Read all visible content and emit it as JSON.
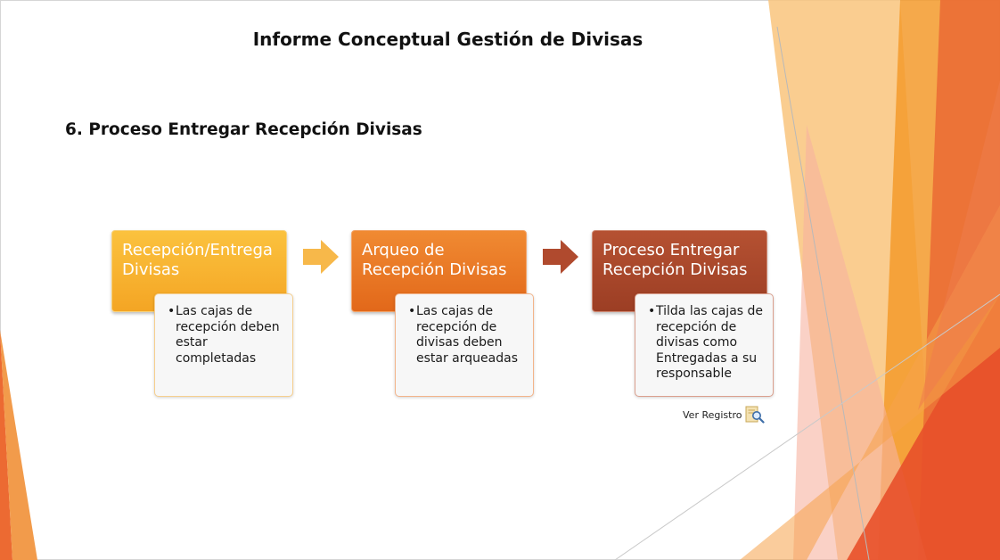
{
  "slide": {
    "title": "Informe Conceptual Gestión de Divisas",
    "section_heading": "6. Proceso Entregar Recepción Divisas"
  },
  "process": {
    "steps": [
      {
        "title": "Recepción/Entrega Divisas",
        "detail": "Las cajas de recepción deben estar completadas"
      },
      {
        "title": "Arqueo de Recepción Divisas",
        "detail": "Las cajas de recepción de divisas deben estar arqueadas"
      },
      {
        "title": "Proceso Entregar Recepción Divisas",
        "detail": "Tilda las cajas de recepción de divisas como Entregadas a su responsable"
      }
    ],
    "bullet_symbol": "•",
    "arrows": [
      "arrow-right-icon",
      "arrow-right-icon"
    ]
  },
  "actions": {
    "view_record_label": "Ver Registro",
    "view_record_icon": "document-search-icon"
  },
  "colors": {
    "step_1": "#f4a524",
    "step_2": "#e2681a",
    "step_3": "#9c3e24",
    "arrow_1": "#f7b84a",
    "arrow_2": "#b04a2e",
    "theme_orange": "#f39a2c",
    "theme_red": "#e8502a"
  }
}
